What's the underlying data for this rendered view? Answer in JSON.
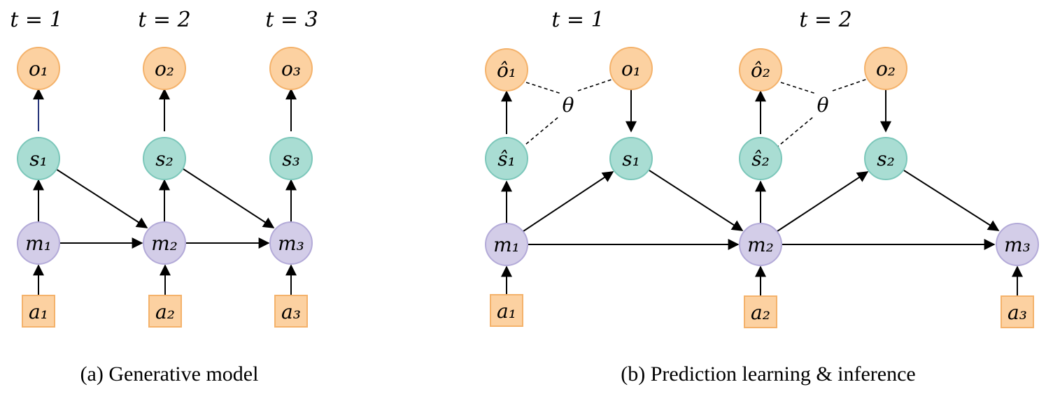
{
  "colors": {
    "observation_fill": "#fcd1a1",
    "observation_stroke": "#f4b26b",
    "state_fill": "#a9ddd3",
    "state_stroke": "#7cc7ba",
    "memory_fill": "#d3cde8",
    "memory_stroke": "#b3aad8",
    "action_fill": "#fcd1a1",
    "action_stroke": "#f4b26b",
    "edge": "#000000"
  },
  "panel_a": {
    "caption": "(a) Generative model",
    "time_labels": [
      "t = 1",
      "t = 2",
      "t = 3"
    ],
    "nodes": {
      "o1": "o₁",
      "o2": "o₂",
      "o3": "o₃",
      "s1": "s₁",
      "s2": "s₂",
      "s3": "s₃",
      "m1": "m₁",
      "m2": "m₂",
      "m3": "m₃",
      "a1": "a₁",
      "a2": "a₂",
      "a3": "a₃"
    }
  },
  "panel_b": {
    "caption": "(b) Prediction learning & inference",
    "time_labels": [
      "t = 1",
      "t = 2"
    ],
    "nodes": {
      "oh1": "ô₁",
      "o1": "o₁",
      "oh2": "ô₂",
      "o2": "o₂",
      "sh1": "ŝ₁",
      "s1": "s₁",
      "sh2": "ŝ₂",
      "s2": "s₂",
      "m1": "m₁",
      "m2": "m₂",
      "m3": "m₃",
      "a1": "a₁",
      "a2": "a₂",
      "a3": "a₃"
    },
    "theta_labels": [
      "θ",
      "θ"
    ]
  }
}
